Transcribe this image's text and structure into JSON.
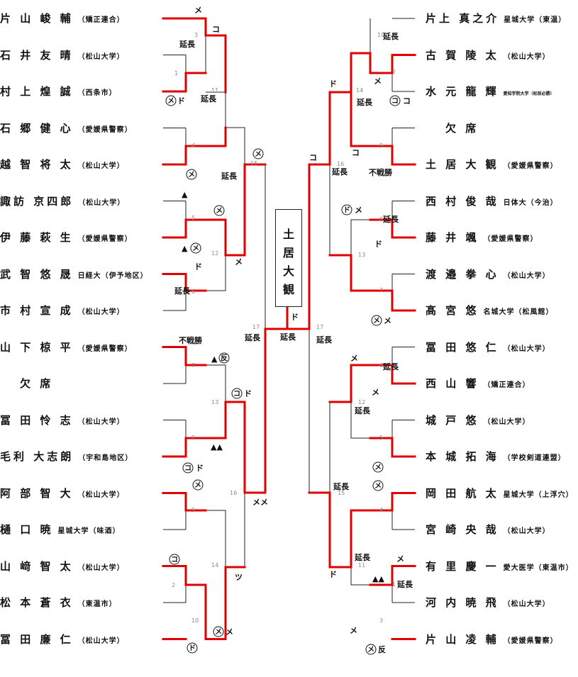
{
  "left": [
    {
      "name": "片 山 峻 輔",
      "org": "（矯正連合）"
    },
    {
      "name": "石 井 友 晴",
      "org": "（松山大学）"
    },
    {
      "name": "村 上 煌 誠",
      "org": "（西条市）"
    },
    {
      "name": "石 郷 健 心",
      "org": "（愛媛県警察）"
    },
    {
      "name": "越 智 将 太",
      "org": "（松山大学）"
    },
    {
      "name": "諏訪 京四郎",
      "org": "（松山大学）"
    },
    {
      "name": "伊 藤 萩 生",
      "org": "（愛媛県警察）"
    },
    {
      "name": "武 智 悠 晟",
      "org": "日経大（伊予地区）"
    },
    {
      "name": "市 村 宣 成",
      "org": "（松山大学）"
    },
    {
      "name": "山 下 椋 平",
      "org": "（愛媛県警察）"
    },
    {
      "name": "欠 席",
      "org": ""
    },
    {
      "name": "冨 田 怜 志",
      "org": "（松山大学）"
    },
    {
      "name": "毛利 大志朗",
      "org": "（宇和島地区）"
    },
    {
      "name": "阿 部 智 大",
      "org": "（松山大学）"
    },
    {
      "name": "樋 口 暁",
      "org": "星城大学（味酒）"
    },
    {
      "name": "山 﨑 智 太",
      "org": "（松山大学）"
    },
    {
      "name": "松 本 蒼 衣",
      "org": "（東温市）"
    },
    {
      "name": "冨 田 廉 仁",
      "org": "（松山大学）"
    }
  ],
  "right": [
    {
      "name": "片上 真之介",
      "org": "星城大学（東温）"
    },
    {
      "name": "古 賀 陵 太",
      "org": "（松山大学）"
    },
    {
      "name": "水 元 龍 輝",
      "org": "愛知学院大学（松前必勝）"
    },
    {
      "name": "欠 席",
      "org": ""
    },
    {
      "name": "土 居 大 観",
      "org": "（愛媛県警察）"
    },
    {
      "name": "西 村 俊 哉",
      "org": "日体大（今治）"
    },
    {
      "name": "藤 井 颯",
      "org": "（愛媛県警察）"
    },
    {
      "name": "渡 邉 拳 心",
      "org": "（松山大学）"
    },
    {
      "name": "髙 宮 悠",
      "org": "名城大学（松風館）"
    },
    {
      "name": "冨 田 悠 仁",
      "org": "（松山大学）"
    },
    {
      "name": "西 山 響",
      "org": "（矯正連合）"
    },
    {
      "name": "城 戸 悠",
      "org": "（松山大学）"
    },
    {
      "name": "本 城 拓 海",
      "org": "（学校剣道連盟）"
    },
    {
      "name": "岡 田 航 太",
      "org": "星城大学（上浮穴）"
    },
    {
      "name": "宮 崎 央 哉",
      "org": "（松山大学）"
    },
    {
      "name": "有 里 慶 一",
      "org": "愛大医学（東温市）"
    },
    {
      "name": "河 内 暁 飛",
      "org": "（松山大学）"
    },
    {
      "name": "片 山 凌 輔",
      "org": "（愛媛県警察）"
    }
  ],
  "champion": [
    "土",
    "居",
    "大",
    "観"
  ],
  "labels": {
    "enchou": "延長",
    "fusen": "不戦勝",
    "me": "メ",
    "ko": "コ",
    "do": "ド",
    "tsu": "ツ",
    "memu": "メメ",
    "hansoku": "▲",
    "hansoku2": "▲▲",
    "circle_me": "メ",
    "circle_ko": "コ",
    "circle_do": "ド",
    "circle_han": "反"
  },
  "colors": {
    "win": "#e00000",
    "line": "#222222"
  }
}
